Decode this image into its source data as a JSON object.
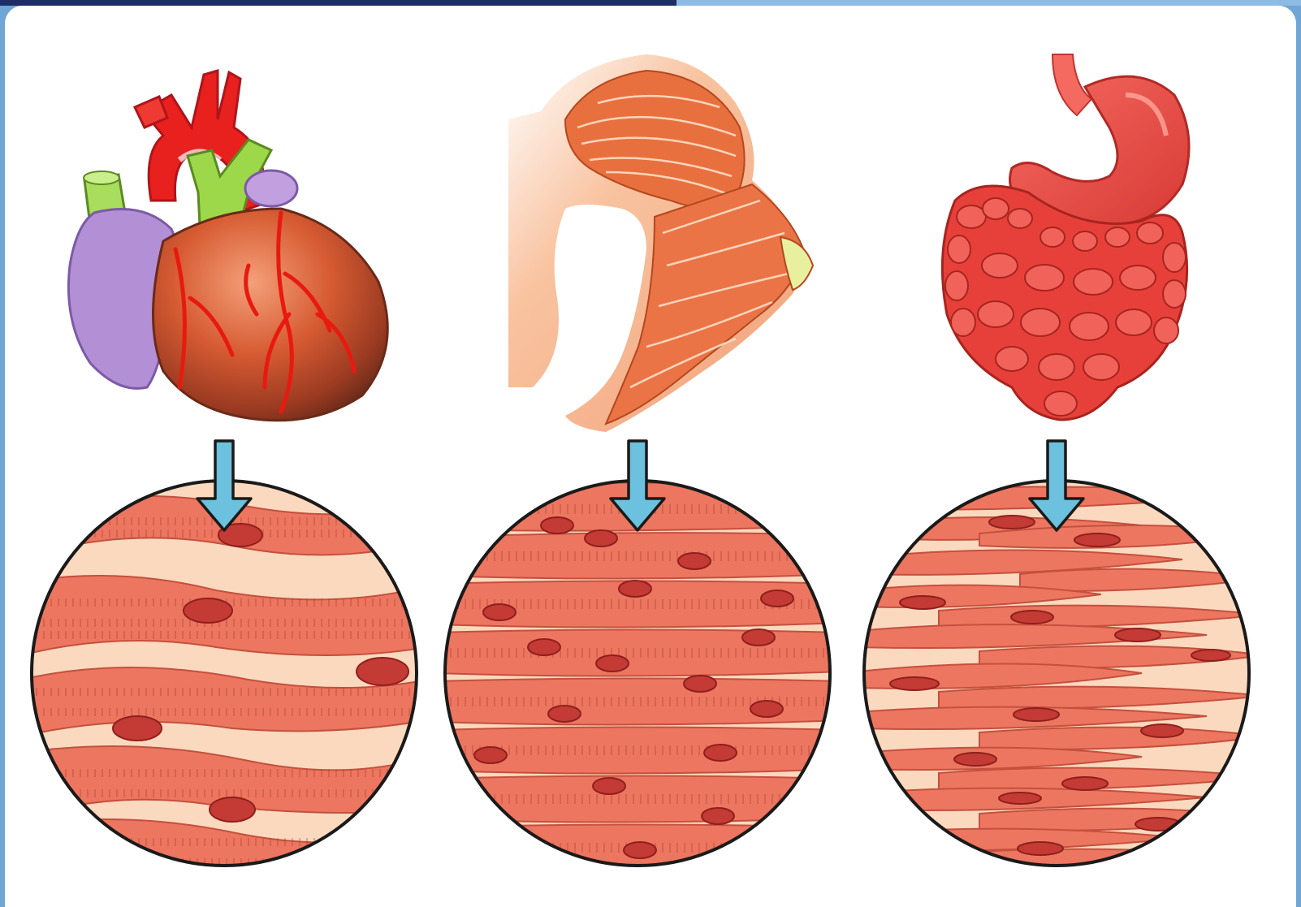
{
  "panels": [
    {
      "id": "cardiac",
      "organ": "heart",
      "tissue": "cardiac-muscle-tissue",
      "arrow_color": "#6cc1de"
    },
    {
      "id": "skeletal",
      "organ": "arm-muscle",
      "tissue": "skeletal-muscle-tissue",
      "arrow_color": "#6cc1de"
    },
    {
      "id": "smooth",
      "organ": "stomach-and-intestines",
      "tissue": "smooth-muscle-tissue",
      "arrow_color": "#6cc1de"
    }
  ],
  "colors": {
    "frame": "#6fa6d6",
    "frame_top_dark": "#1d2d66",
    "muscle": "#ec7660",
    "muscle_light": "#f6a68f",
    "background_tissue": "#fbd9bf",
    "nucleus": "#c43a34",
    "heart_red": "#e8201e",
    "heart_green": "#9dd84a",
    "heart_purple": "#b38fd6"
  }
}
